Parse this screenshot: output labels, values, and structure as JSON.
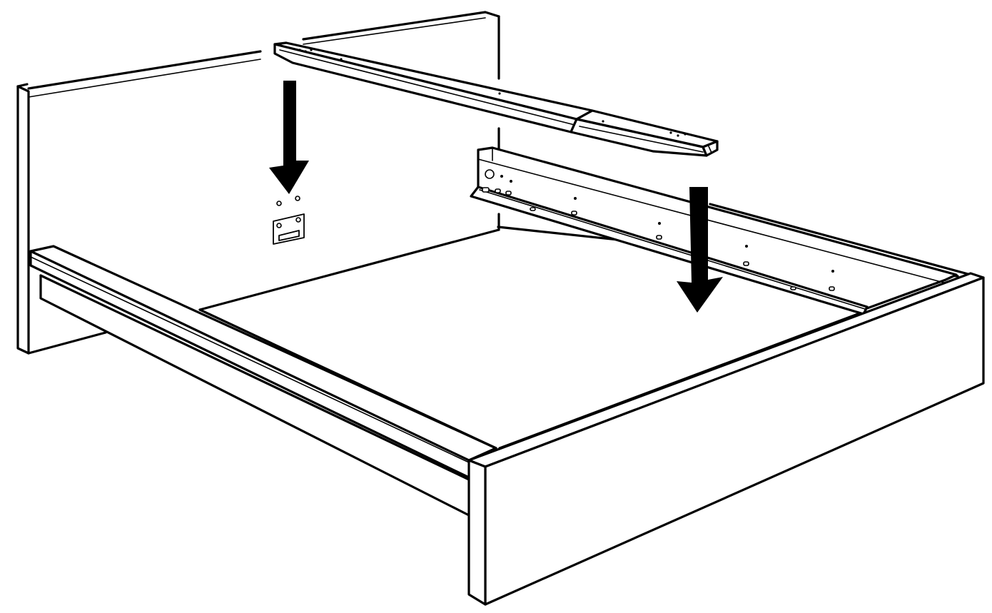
{
  "figure": {
    "kind": "assembly-instruction",
    "style": "black line art on white",
    "stroke_color": "#000000",
    "background_color": "#ffffff",
    "parts": [
      "headboard",
      "side-rail-left",
      "side-rail-right",
      "footboard",
      "center-beam",
      "center-beam-bracket"
    ],
    "arrows": [
      {
        "name": "arrow-down-left",
        "direction": "down"
      },
      {
        "name": "arrow-down-right",
        "direction": "down"
      }
    ]
  }
}
